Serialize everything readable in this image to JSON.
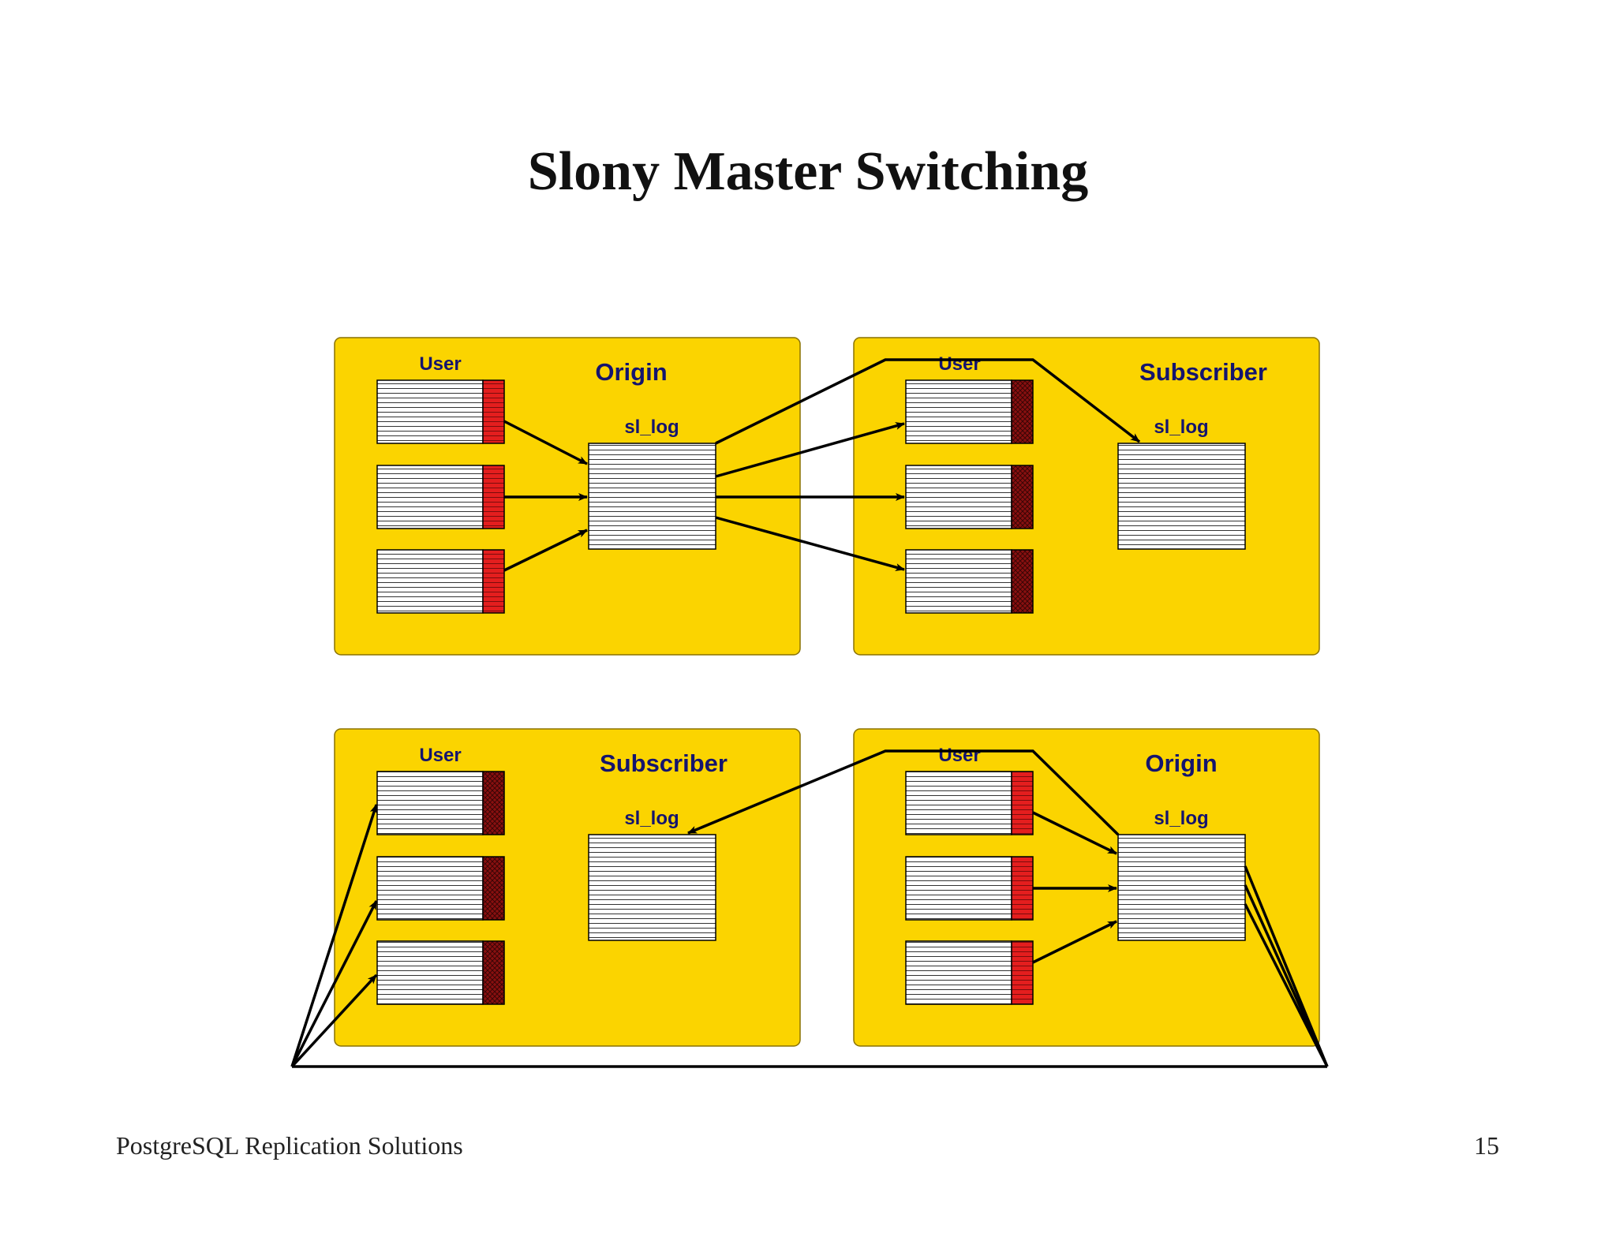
{
  "title": "Slony Master Switching",
  "footer": {
    "left": "PostgreSQL Replication Solutions",
    "page_number": "15"
  },
  "colors": {
    "panel": "#fbd400",
    "label": "#14146e",
    "trigger_active": "#e41e1e",
    "trigger_inactive": "#8a1010",
    "arrow": "#000000"
  },
  "panels": [
    {
      "id": "top-left",
      "role": "Origin",
      "user_label": "User",
      "log_label": "sl_log",
      "trigger_state": "active"
    },
    {
      "id": "top-right",
      "role": "Subscriber",
      "user_label": "User",
      "log_label": "sl_log",
      "trigger_state": "inactive"
    },
    {
      "id": "bottom-left",
      "role": "Subscriber",
      "user_label": "User",
      "log_label": "sl_log",
      "trigger_state": "inactive"
    },
    {
      "id": "bottom-right",
      "role": "Origin",
      "user_label": "User",
      "log_label": "sl_log",
      "trigger_state": "active"
    }
  ]
}
